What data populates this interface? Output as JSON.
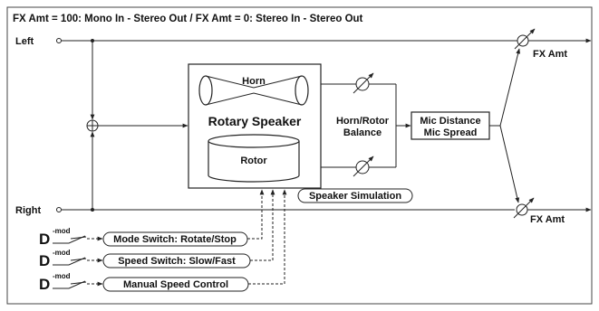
{
  "header": {
    "title": "FX Amt = 100: Mono In - Stereo Out  /  FX Amt = 0: Stereo In - Stereo Out"
  },
  "io": {
    "left": "Left",
    "right": "Right",
    "fx_amt_top": "FX Amt",
    "fx_amt_bottom": "FX Amt"
  },
  "rotary": {
    "horn": "Horn",
    "title": "Rotary Speaker",
    "rotor": "Rotor"
  },
  "balance": {
    "line1": "Horn/Rotor",
    "line2": "Balance"
  },
  "mic": {
    "line1": "Mic Distance",
    "line2": "Mic Spread"
  },
  "simulation": {
    "label": "Speaker Simulation"
  },
  "dmod": {
    "main": "D",
    "sup": "-mod",
    "controls": [
      {
        "label": "Mode Switch: Rotate/Stop"
      },
      {
        "label": "Speed Switch: Slow/Fast"
      },
      {
        "label": "Manual Speed Control"
      }
    ]
  },
  "icons": [
    "input-terminal-icon",
    "sum-junction-icon",
    "variable-gain-icon",
    "horn-icon",
    "rotor-drum-icon",
    "arrow-icon"
  ]
}
